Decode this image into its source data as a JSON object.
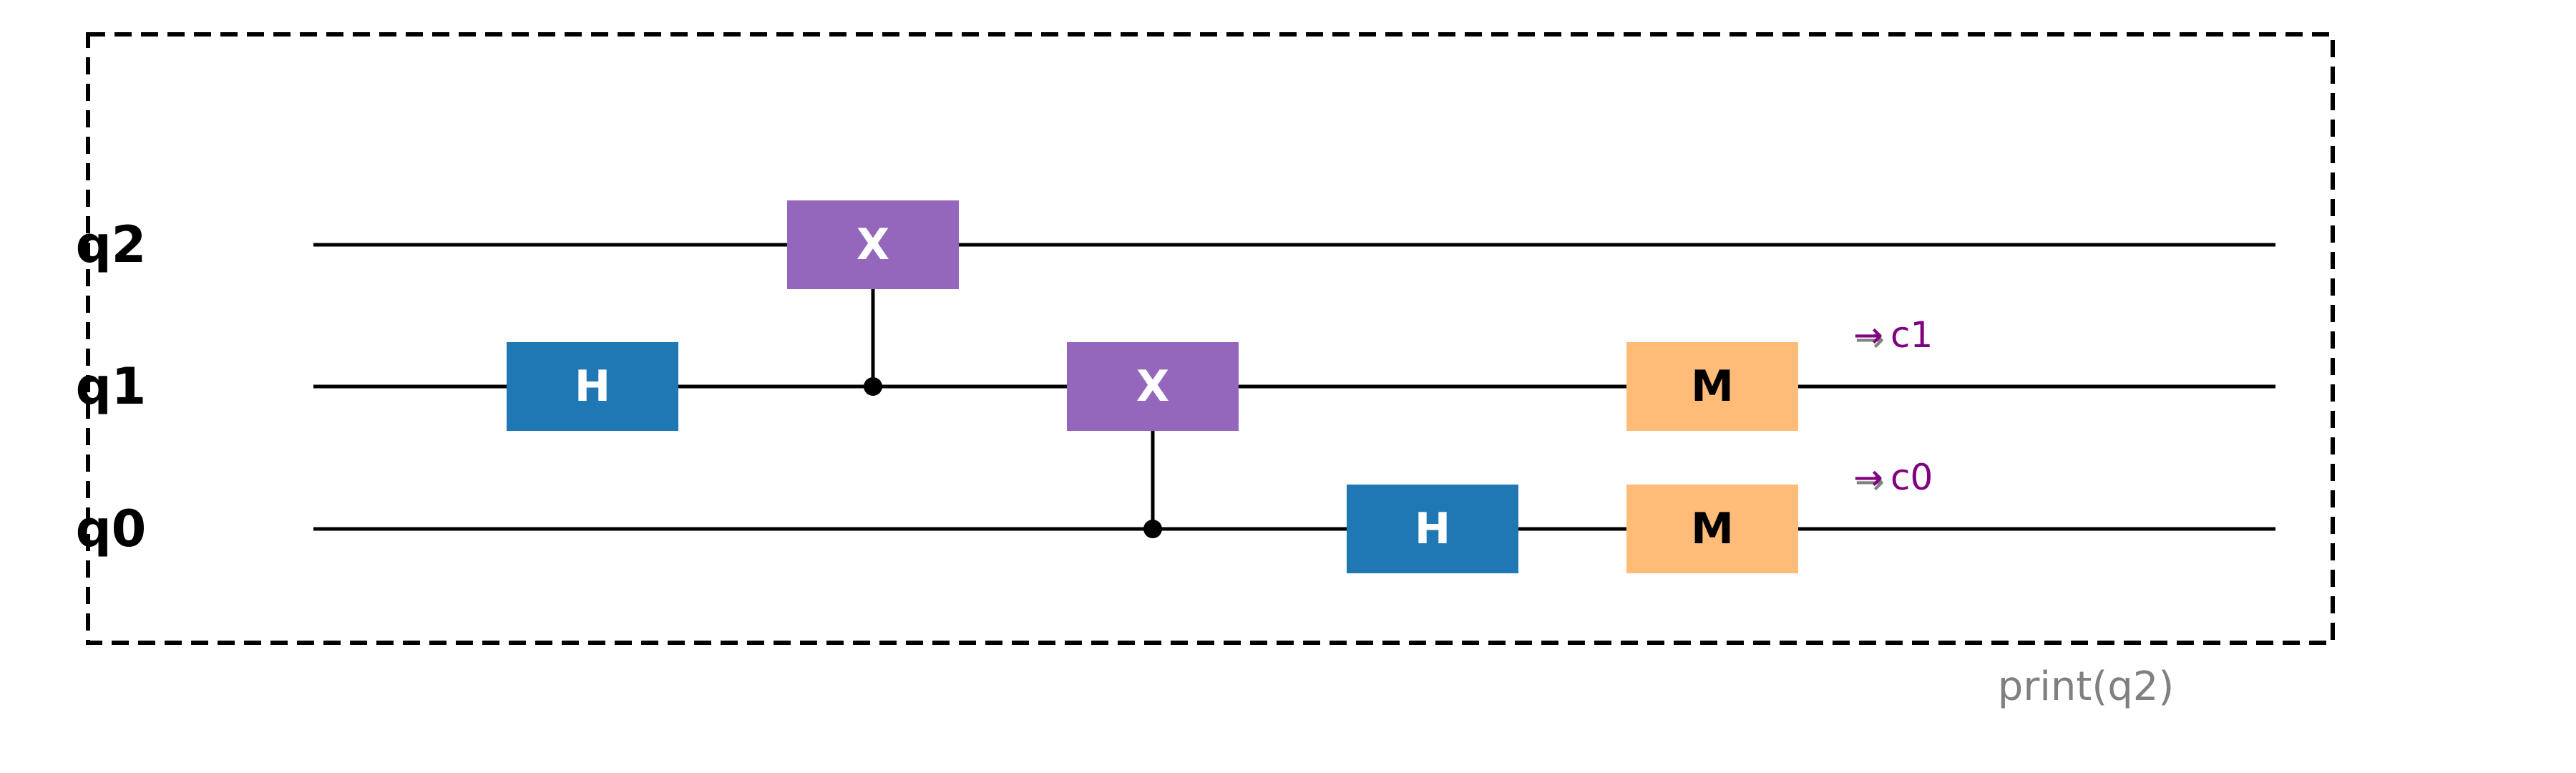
{
  "qubits": [
    {
      "id": "q2",
      "label": "q2"
    },
    {
      "id": "q1",
      "label": "q1"
    },
    {
      "id": "q0",
      "label": "q0"
    }
  ],
  "gates": [
    {
      "type": "H",
      "label": "H",
      "target": "q1",
      "step": 1,
      "color": "#1f77b4",
      "text_color": "#ffffff"
    },
    {
      "type": "CX",
      "label": "X",
      "target": "q2",
      "control": "q1",
      "step": 2,
      "color": "#9467bd",
      "text_color": "#ffffff"
    },
    {
      "type": "CX",
      "label": "X",
      "target": "q1",
      "control": "q0",
      "step": 3,
      "color": "#9467bd",
      "text_color": "#ffffff"
    },
    {
      "type": "H",
      "label": "H",
      "target": "q0",
      "step": 4,
      "color": "#1f77b4",
      "text_color": "#ffffff"
    },
    {
      "type": "M",
      "label": "M",
      "target": "q1",
      "step": 5,
      "color": "#ffbb78",
      "text_color": "#000000",
      "classical": "c1"
    },
    {
      "type": "M",
      "label": "M",
      "target": "q0",
      "step": 5,
      "color": "#ffbb78",
      "text_color": "#000000",
      "classical": "c0"
    }
  ],
  "classical_labels": [
    {
      "qubit": "q1",
      "arrow": "→",
      "label": "c1"
    },
    {
      "qubit": "q0",
      "arrow": "→",
      "label": "c0"
    }
  ],
  "caption": "print(q2)",
  "colors": {
    "wire": "#000000",
    "frame": "#000000",
    "classical_label": "#800080",
    "classical_arrow_gray": "#808080",
    "caption": "#808080"
  }
}
